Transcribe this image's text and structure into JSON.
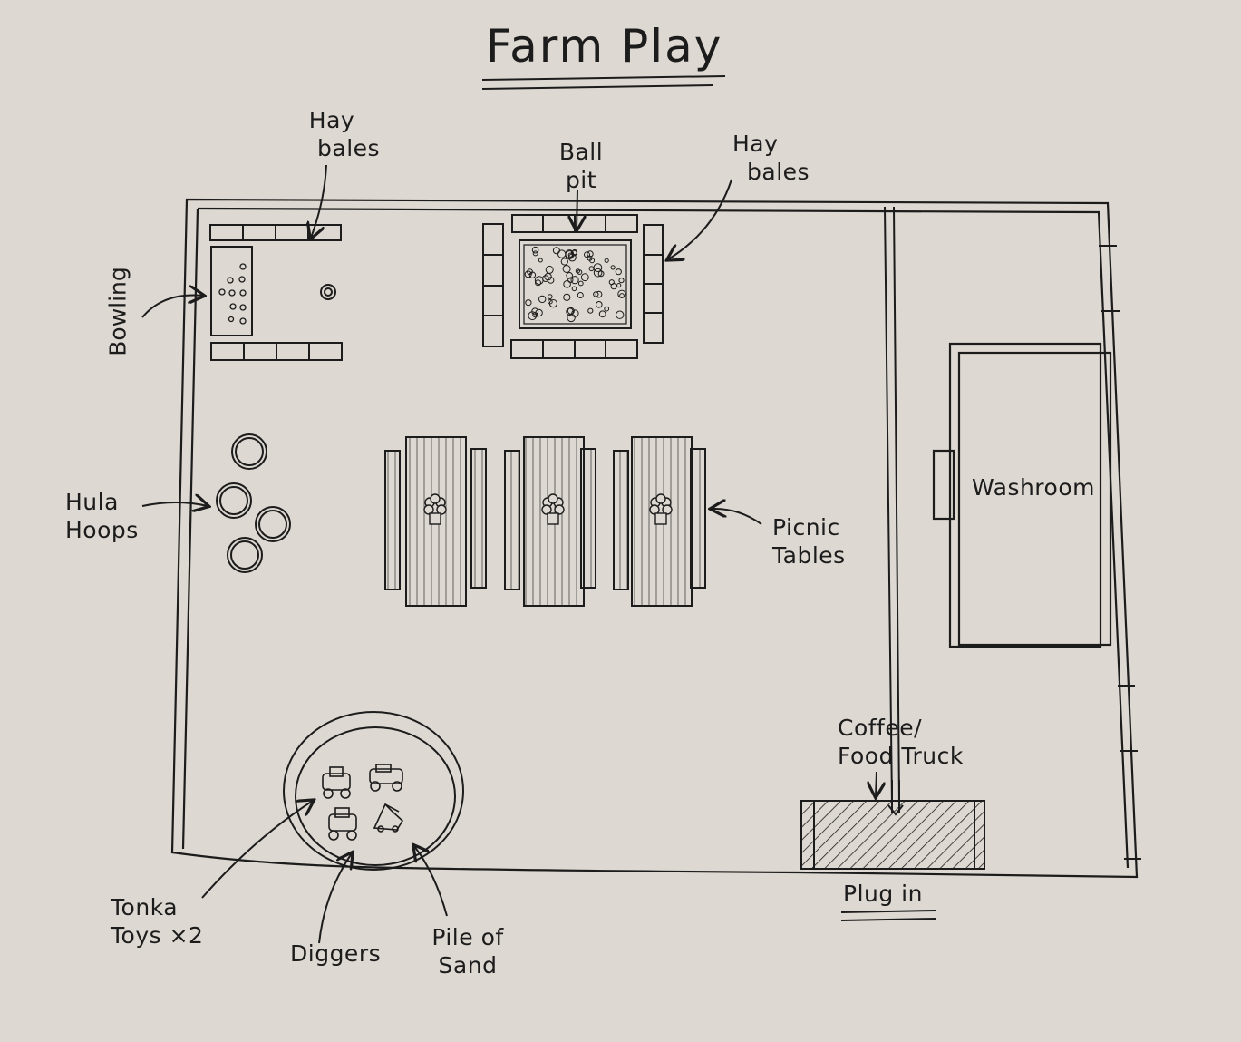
{
  "title": "Farm Play",
  "labels": {
    "hay_bales_left": [
      "Hay",
      "bales"
    ],
    "ball_pit": [
      "Ball",
      "pit"
    ],
    "hay_bales_right": [
      "Hay",
      "bales"
    ],
    "bowling": "Bowling",
    "hula_hoops": [
      "Hula",
      "Hoops"
    ],
    "picnic_tables": [
      "Picnic",
      "Tables"
    ],
    "washroom": "Washroom",
    "coffee_food_truck": [
      "Coffee/",
      "Food Truck"
    ],
    "plug_in": "Plug in",
    "tonka_toys": [
      "Tonka",
      "Toys ×2"
    ],
    "diggers": "Diggers",
    "pile_of_sand": [
      "Pile of",
      "Sand"
    ]
  },
  "colors": {
    "paper": "#ddd8d1",
    "ink": "#1c1c1c"
  }
}
